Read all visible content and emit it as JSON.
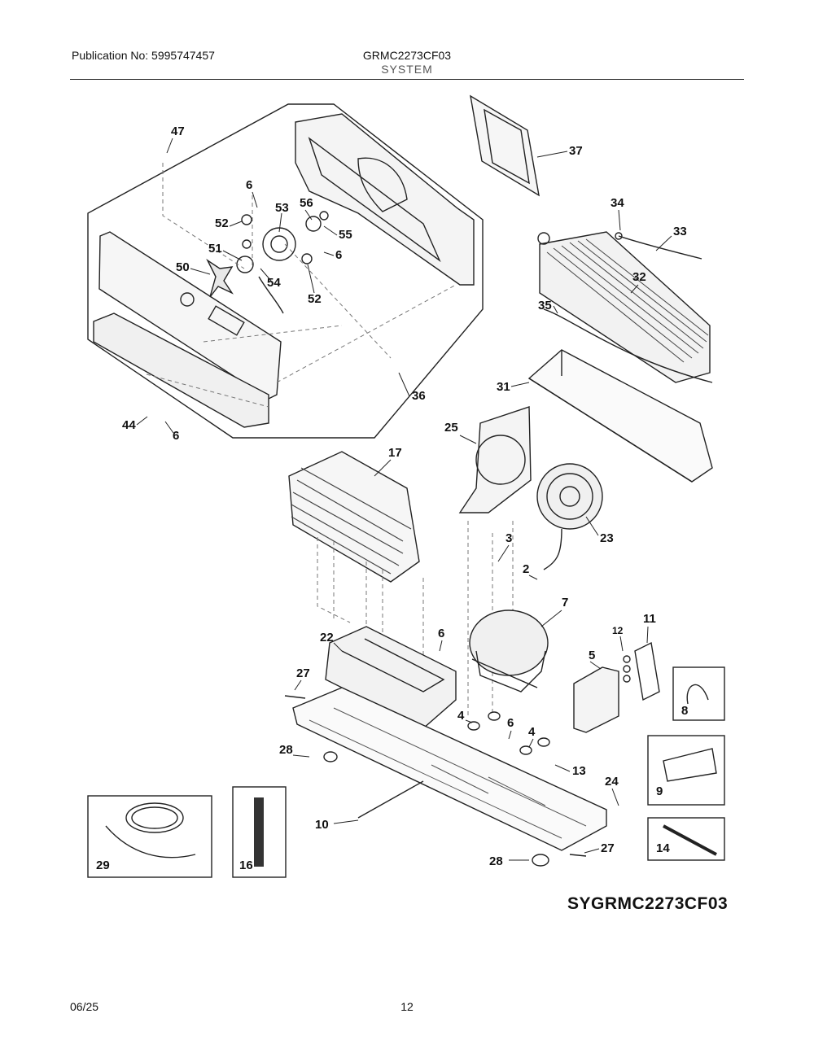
{
  "header": {
    "publication": "Publication No: 5995747457",
    "model": "GRMC2273CF03",
    "section": "SYSTEM"
  },
  "diagram": {
    "code": "SYGRMC2273CF03",
    "callouts": [
      "47",
      "6",
      "53",
      "56",
      "52",
      "55",
      "51",
      "50",
      "54",
      "52",
      "6",
      "36",
      "44",
      "6",
      "37",
      "34",
      "33",
      "32",
      "35",
      "31",
      "25",
      "23",
      "17",
      "3",
      "2",
      "7",
      "12",
      "11",
      "22",
      "6",
      "27",
      "5",
      "4",
      "6",
      "4",
      "8",
      "28",
      "13",
      "24",
      "9",
      "10",
      "28",
      "27",
      "14",
      "29",
      "16"
    ]
  },
  "footer": {
    "date": "06/25",
    "page": "12"
  }
}
